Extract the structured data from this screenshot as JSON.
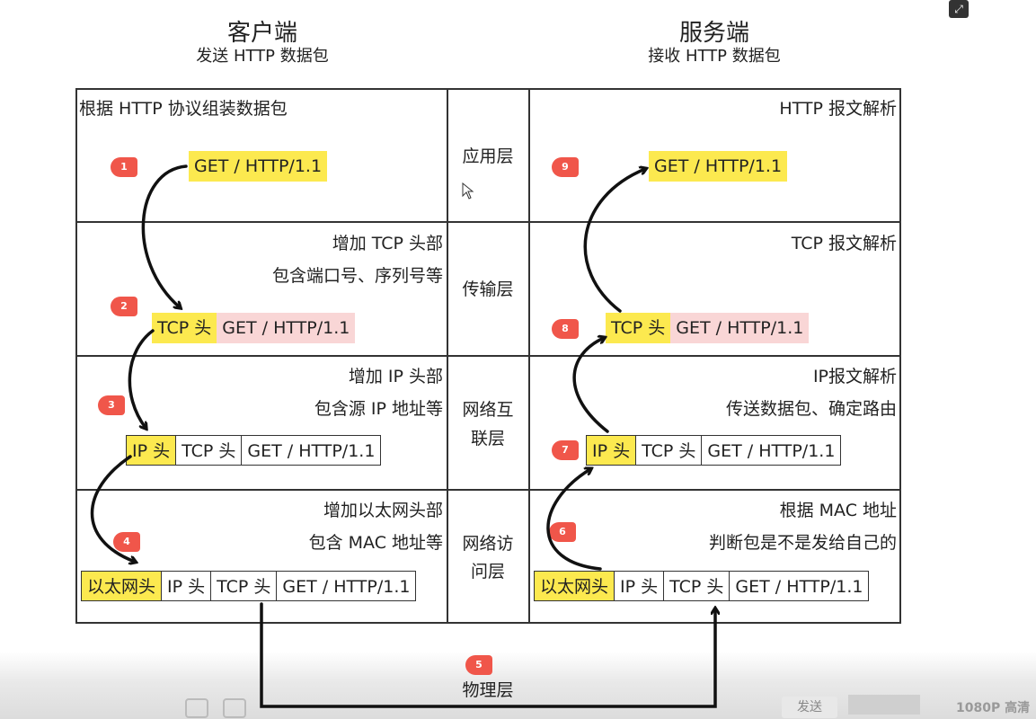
{
  "client": {
    "title": "客户端",
    "subtitle": "发送 HTTP 数据包"
  },
  "server": {
    "title": "服务端",
    "subtitle": "接收 HTTP 数据包"
  },
  "layers": {
    "app": "应用层",
    "transport": "传输层",
    "network_l1": "网络互",
    "network_l2": "联层",
    "access_l1": "网络访",
    "access_l2": "问层",
    "physical": "物理层"
  },
  "client_notes": {
    "app": "根据 HTTP 协议组装数据包",
    "transport_l1": "增加 TCP 头部",
    "transport_l2": "包含端口号、序列号等",
    "network_l1": "增加 IP 头部",
    "network_l2": "包含源 IP 地址等",
    "access_l1": "增加以太网头部",
    "access_l2": "包含 MAC 地址等"
  },
  "server_notes": {
    "app": "HTTP 报文解析",
    "transport": "TCP 报文解析",
    "network_l1": "IP报文解析",
    "network_l2": "传送数据包、确定路由",
    "access_l1": "根据 MAC 地址",
    "access_l2": "判断包是不是发给自己的"
  },
  "packet": {
    "http": "GET / HTTP/1.1",
    "tcp": "TCP 头",
    "ip": "IP 头",
    "eth": "以太网头"
  },
  "steps": [
    "1",
    "2",
    "3",
    "4",
    "5",
    "6",
    "7",
    "8",
    "9"
  ],
  "bottom_bar": {
    "send": "发送",
    "quality": "1080P 高清"
  },
  "colors": {
    "highlight": "#fce94f",
    "pink": "#f9d6d6",
    "badge": "#f0564a"
  }
}
